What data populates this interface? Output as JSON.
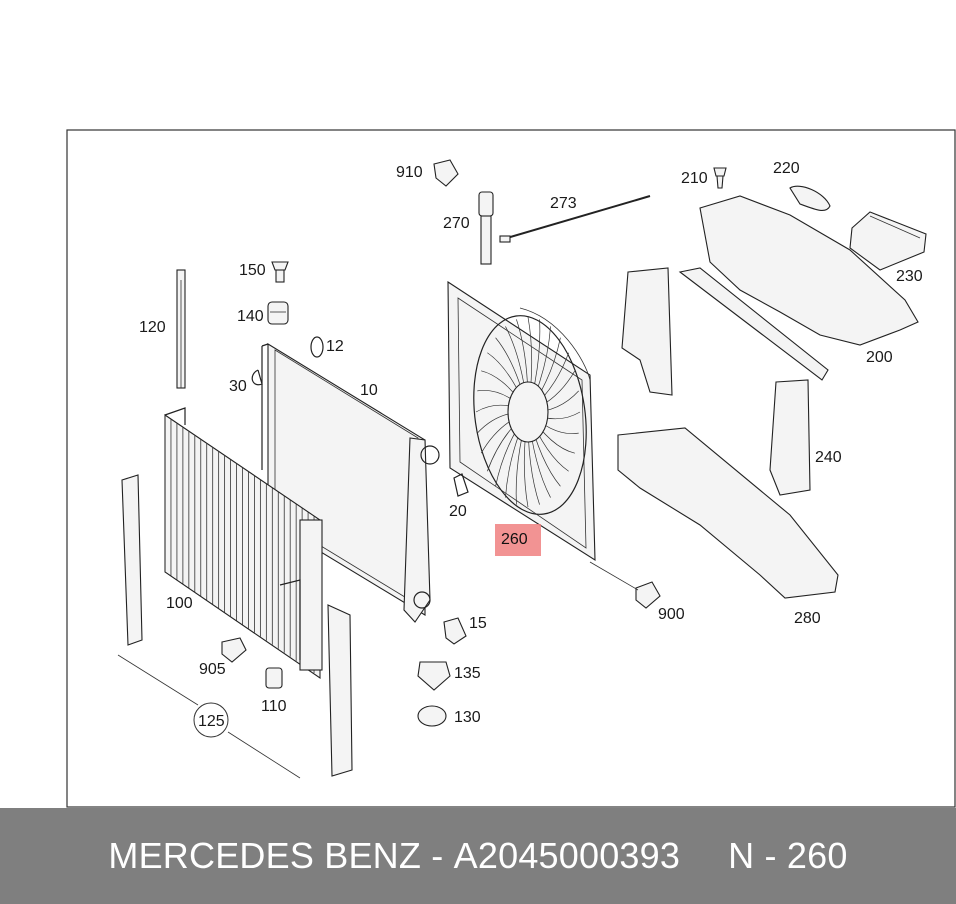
{
  "footer": {
    "brand": "MERCEDES BENZ",
    "sep": "-",
    "part_number": "A2045000393",
    "ref": "N - 260"
  },
  "highlight": "260",
  "callouts": [
    "910",
    "270",
    "273",
    "210",
    "220",
    "230",
    "200",
    "150",
    "140",
    "12",
    "120",
    "10",
    "30",
    "20",
    "240",
    "260",
    "900",
    "280",
    "100",
    "15",
    "135",
    "130",
    "905",
    "110",
    "125"
  ]
}
